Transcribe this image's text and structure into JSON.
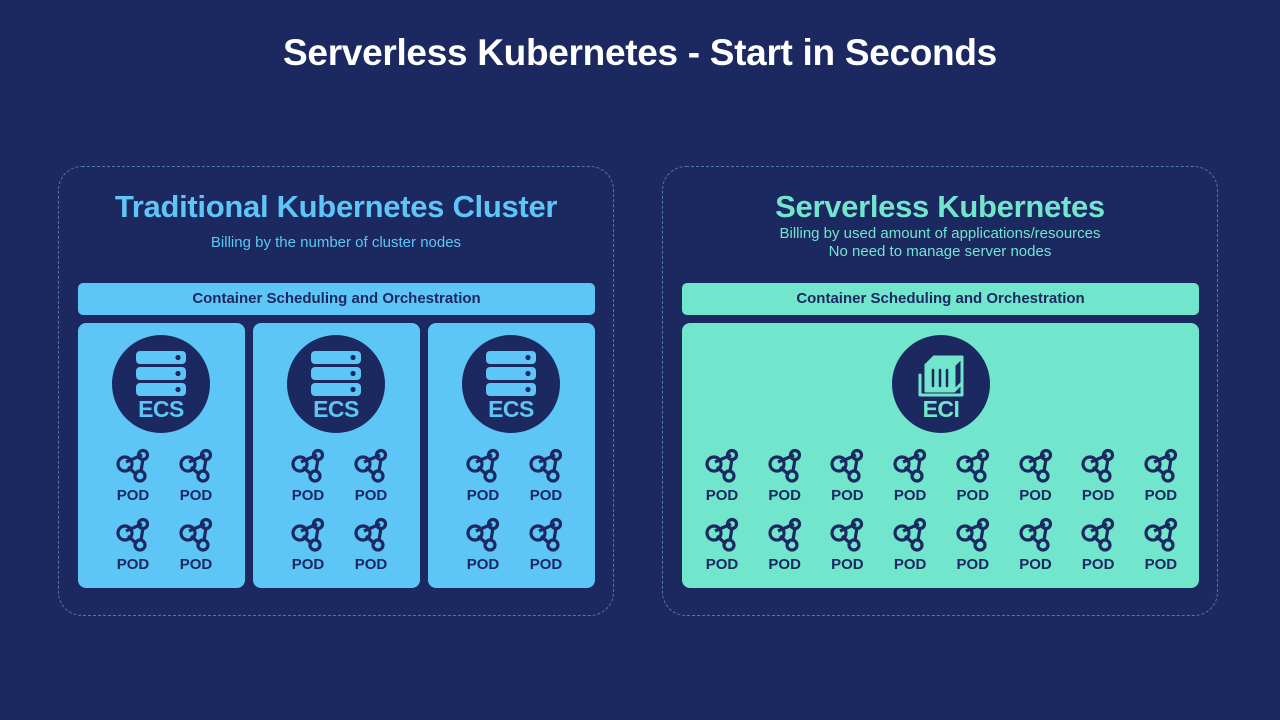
{
  "title": "Serverless Kubernetes - Start in Seconds",
  "colors": {
    "background": "#1c2860",
    "traditional_accent": "#5ec5f7",
    "serverless_accent": "#72e6cd",
    "text_light": "#ffffff"
  },
  "traditional": {
    "title": "Traditional Kubernetes Cluster",
    "subtitle_lines": [
      "Billing by the number of cluster nodes"
    ],
    "scheduler_label": "Container Scheduling and Orchestration",
    "node_icon": "server-stack-icon",
    "nodes": [
      {
        "label": "ECS",
        "pods": [
          "POD",
          "POD",
          "POD",
          "POD"
        ]
      },
      {
        "label": "ECS",
        "pods": [
          "POD",
          "POD",
          "POD",
          "POD"
        ]
      },
      {
        "label": "ECS",
        "pods": [
          "POD",
          "POD",
          "POD",
          "POD"
        ]
      }
    ]
  },
  "serverless": {
    "title": "Serverless Kubernetes",
    "subtitle_lines": [
      "Billing by used amount of applications/resources",
      "No need to manage server nodes"
    ],
    "scheduler_label": "Container Scheduling and Orchestration",
    "instance_icon": "container-icon",
    "instance_label": "ECI",
    "pods": [
      "POD",
      "POD",
      "POD",
      "POD",
      "POD",
      "POD",
      "POD",
      "POD",
      "POD",
      "POD",
      "POD",
      "POD",
      "POD",
      "POD",
      "POD",
      "POD"
    ]
  }
}
